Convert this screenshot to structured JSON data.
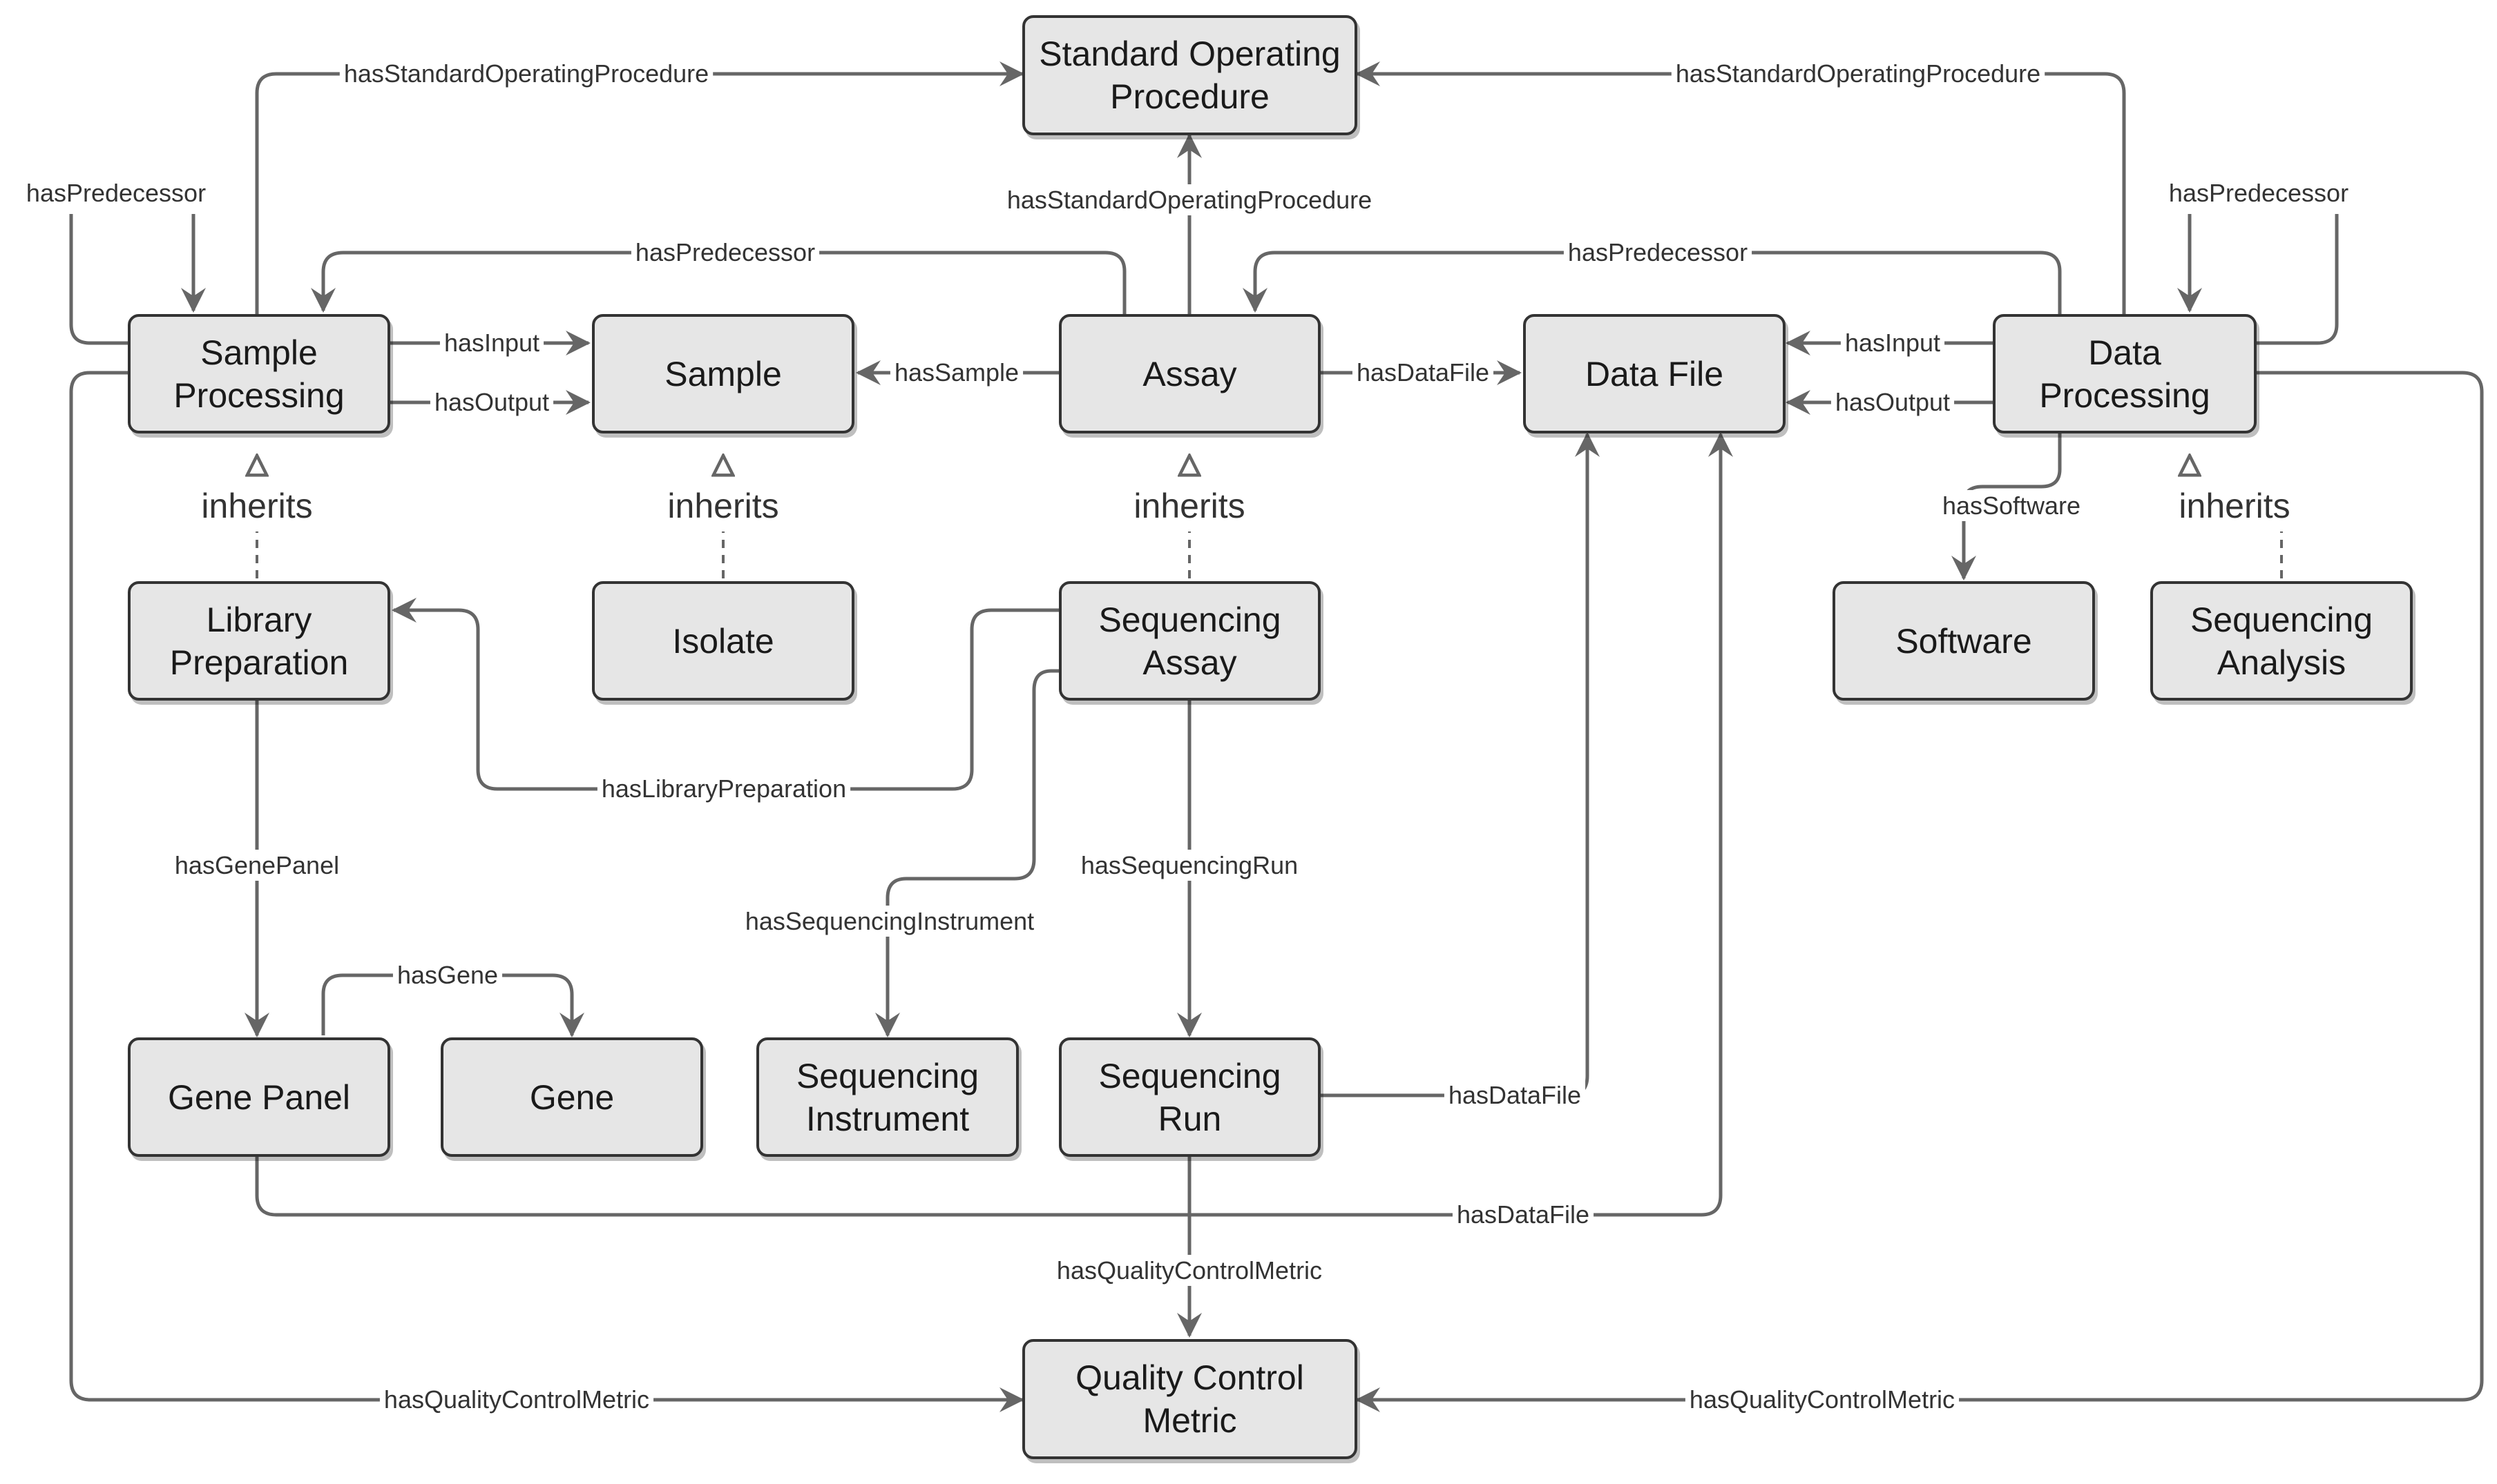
{
  "nodes": {
    "sop": "Standard Operating\nProcedure",
    "sample_processing": "Sample\nProcessing",
    "sample": "Sample",
    "assay": "Assay",
    "data_file": "Data File",
    "data_processing": "Data\nProcessing",
    "library_preparation": "Library\nPreparation",
    "isolate": "Isolate",
    "sequencing_assay": "Sequencing\nAssay",
    "software": "Software",
    "sequencing_analysis": "Sequencing\nAnalysis",
    "gene_panel": "Gene Panel",
    "gene": "Gene",
    "sequencing_instrument": "Sequencing\nInstrument",
    "sequencing_run": "Sequencing\nRun",
    "quality_control_metric": "Quality Control\nMetric"
  },
  "edges": {
    "sp_sop": "hasStandardOperatingProcedure",
    "dp_sop": "hasStandardOperatingProcedure",
    "assay_sop": "hasStandardOperatingProcedure",
    "sp_self_pred": "hasPredecessor",
    "dp_self_pred": "hasPredecessor",
    "assay_pred_sp": "hasPredecessor",
    "dp_pred_assay": "hasPredecessor",
    "sp_input": "hasInput",
    "sp_output": "hasOutput",
    "assay_sample": "hasSample",
    "assay_datafile": "hasDataFile",
    "dp_input": "hasInput",
    "dp_output": "hasOutput",
    "inherits_lp": "inherits",
    "inherits_iso": "inherits",
    "inherits_sa": "inherits",
    "inherits_san": "inherits",
    "dp_software": "hasSoftware",
    "sa_libprep": "hasLibraryPreparation",
    "lp_genepanel": "hasGenePanel",
    "gp_gene": "hasGene",
    "sa_instrument": "hasSequencingInstrument",
    "sa_run": "hasSequencingRun",
    "run_datafile": "hasDataFile",
    "gp_datafile": "hasDataFile",
    "run_qc": "hasQualityControlMetric",
    "sp_qc": "hasQualityControlMetric",
    "dp_qc": "hasQualityControlMetric"
  },
  "colors": {
    "node_fill": "#e6e6e6",
    "node_border": "#333333",
    "edge": "#666666"
  }
}
